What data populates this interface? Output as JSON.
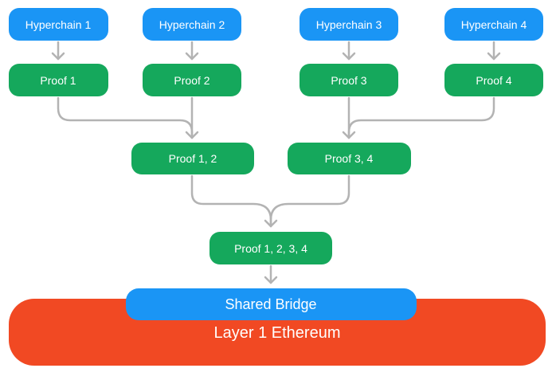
{
  "colors": {
    "hyperchain": "#1a95f5",
    "proof": "#15a85c",
    "bridge": "#1a95f5",
    "layer1": "#f14923",
    "connector": "#b3b3b3"
  },
  "hyperchains": [
    {
      "label": "Hyperchain 1"
    },
    {
      "label": "Hyperchain 2"
    },
    {
      "label": "Hyperchain 3"
    },
    {
      "label": "Hyperchain 4"
    }
  ],
  "proofs": [
    {
      "label": "Proof 1"
    },
    {
      "label": "Proof 2"
    },
    {
      "label": "Proof 3"
    },
    {
      "label": "Proof 4"
    }
  ],
  "aggregated_proofs": [
    {
      "label": "Proof 1, 2"
    },
    {
      "label": "Proof 3, 4"
    }
  ],
  "final_proof": {
    "label": "Proof 1, 2, 3, 4"
  },
  "shared_bridge": {
    "label": "Shared Bridge"
  },
  "layer1": {
    "label": "Layer 1 Ethereum"
  }
}
